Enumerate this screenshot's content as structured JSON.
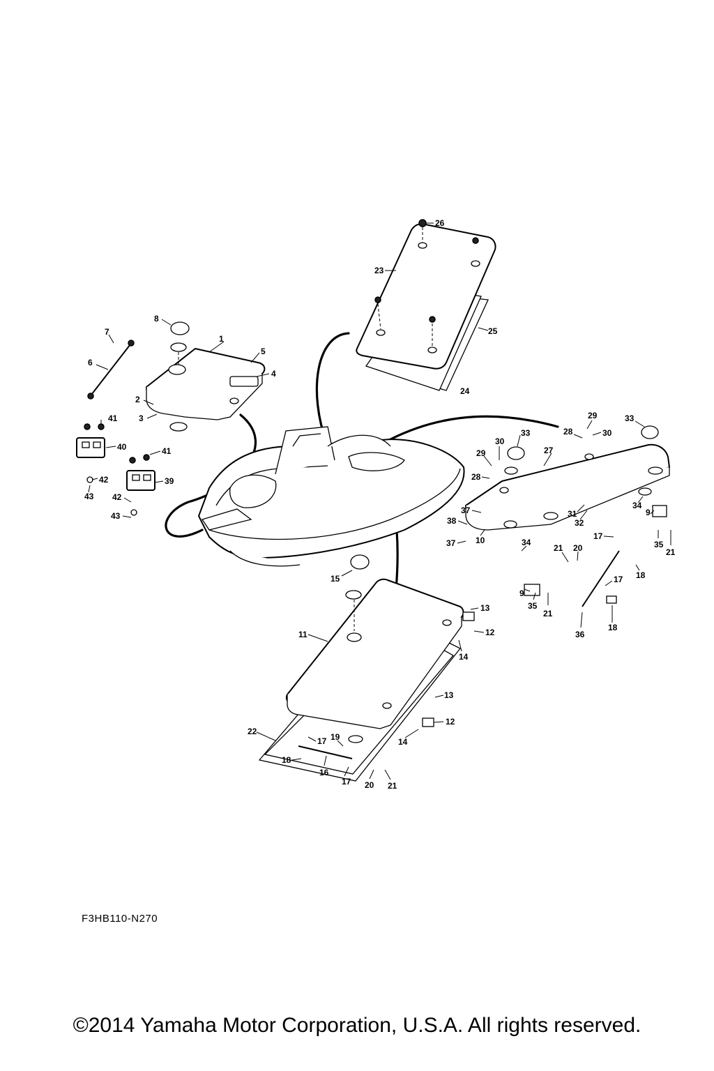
{
  "diagram": {
    "drawing_code": "F3HB110-N270",
    "copyright": "©2014 Yamaha Motor Corporation, U.S.A. All rights reserved.",
    "callouts": [
      {
        "id": "c1",
        "label": "1"
      },
      {
        "id": "c2",
        "label": "2"
      },
      {
        "id": "c3",
        "label": "3"
      },
      {
        "id": "c4",
        "label": "4"
      },
      {
        "id": "c5",
        "label": "5"
      },
      {
        "id": "c6",
        "label": "6"
      },
      {
        "id": "c7",
        "label": "7"
      },
      {
        "id": "c8",
        "label": "8"
      },
      {
        "id": "c9a",
        "label": "9"
      },
      {
        "id": "c9b",
        "label": "9"
      },
      {
        "id": "c10",
        "label": "10"
      },
      {
        "id": "c11",
        "label": "11"
      },
      {
        "id": "c12a",
        "label": "12"
      },
      {
        "id": "c12b",
        "label": "12"
      },
      {
        "id": "c13a",
        "label": "13"
      },
      {
        "id": "c13b",
        "label": "13"
      },
      {
        "id": "c14a",
        "label": "14"
      },
      {
        "id": "c14b",
        "label": "14"
      },
      {
        "id": "c15",
        "label": "15"
      },
      {
        "id": "c16",
        "label": "16"
      },
      {
        "id": "c17a",
        "label": "17"
      },
      {
        "id": "c17b",
        "label": "17"
      },
      {
        "id": "c17c",
        "label": "17"
      },
      {
        "id": "c17d",
        "label": "17"
      },
      {
        "id": "c18a",
        "label": "18"
      },
      {
        "id": "c18b",
        "label": "18"
      },
      {
        "id": "c18c",
        "label": "18"
      },
      {
        "id": "c19",
        "label": "19"
      },
      {
        "id": "c20a",
        "label": "20"
      },
      {
        "id": "c20b",
        "label": "20"
      },
      {
        "id": "c21a",
        "label": "21"
      },
      {
        "id": "c21b",
        "label": "21"
      },
      {
        "id": "c21c",
        "label": "21"
      },
      {
        "id": "c21d",
        "label": "21"
      },
      {
        "id": "c22",
        "label": "22"
      },
      {
        "id": "c23",
        "label": "23"
      },
      {
        "id": "c24",
        "label": "24"
      },
      {
        "id": "c25",
        "label": "25"
      },
      {
        "id": "c26",
        "label": "26"
      },
      {
        "id": "c27",
        "label": "27"
      },
      {
        "id": "c28a",
        "label": "28"
      },
      {
        "id": "c28b",
        "label": "28"
      },
      {
        "id": "c29a",
        "label": "29"
      },
      {
        "id": "c29b",
        "label": "29"
      },
      {
        "id": "c30a",
        "label": "30"
      },
      {
        "id": "c30b",
        "label": "30"
      },
      {
        "id": "c31",
        "label": "31"
      },
      {
        "id": "c32",
        "label": "32"
      },
      {
        "id": "c33a",
        "label": "33"
      },
      {
        "id": "c33b",
        "label": "33"
      },
      {
        "id": "c34a",
        "label": "34"
      },
      {
        "id": "c34b",
        "label": "34"
      },
      {
        "id": "c35a",
        "label": "35"
      },
      {
        "id": "c35b",
        "label": "35"
      },
      {
        "id": "c36",
        "label": "36"
      },
      {
        "id": "c37a",
        "label": "37"
      },
      {
        "id": "c37b",
        "label": "37"
      },
      {
        "id": "c38",
        "label": "38"
      },
      {
        "id": "c39",
        "label": "39"
      },
      {
        "id": "c40",
        "label": "40"
      },
      {
        "id": "c41a",
        "label": "41"
      },
      {
        "id": "c41b",
        "label": "41"
      },
      {
        "id": "c42a",
        "label": "42"
      },
      {
        "id": "c42b",
        "label": "42"
      },
      {
        "id": "c43a",
        "label": "43"
      },
      {
        "id": "c43b",
        "label": "43"
      }
    ]
  }
}
